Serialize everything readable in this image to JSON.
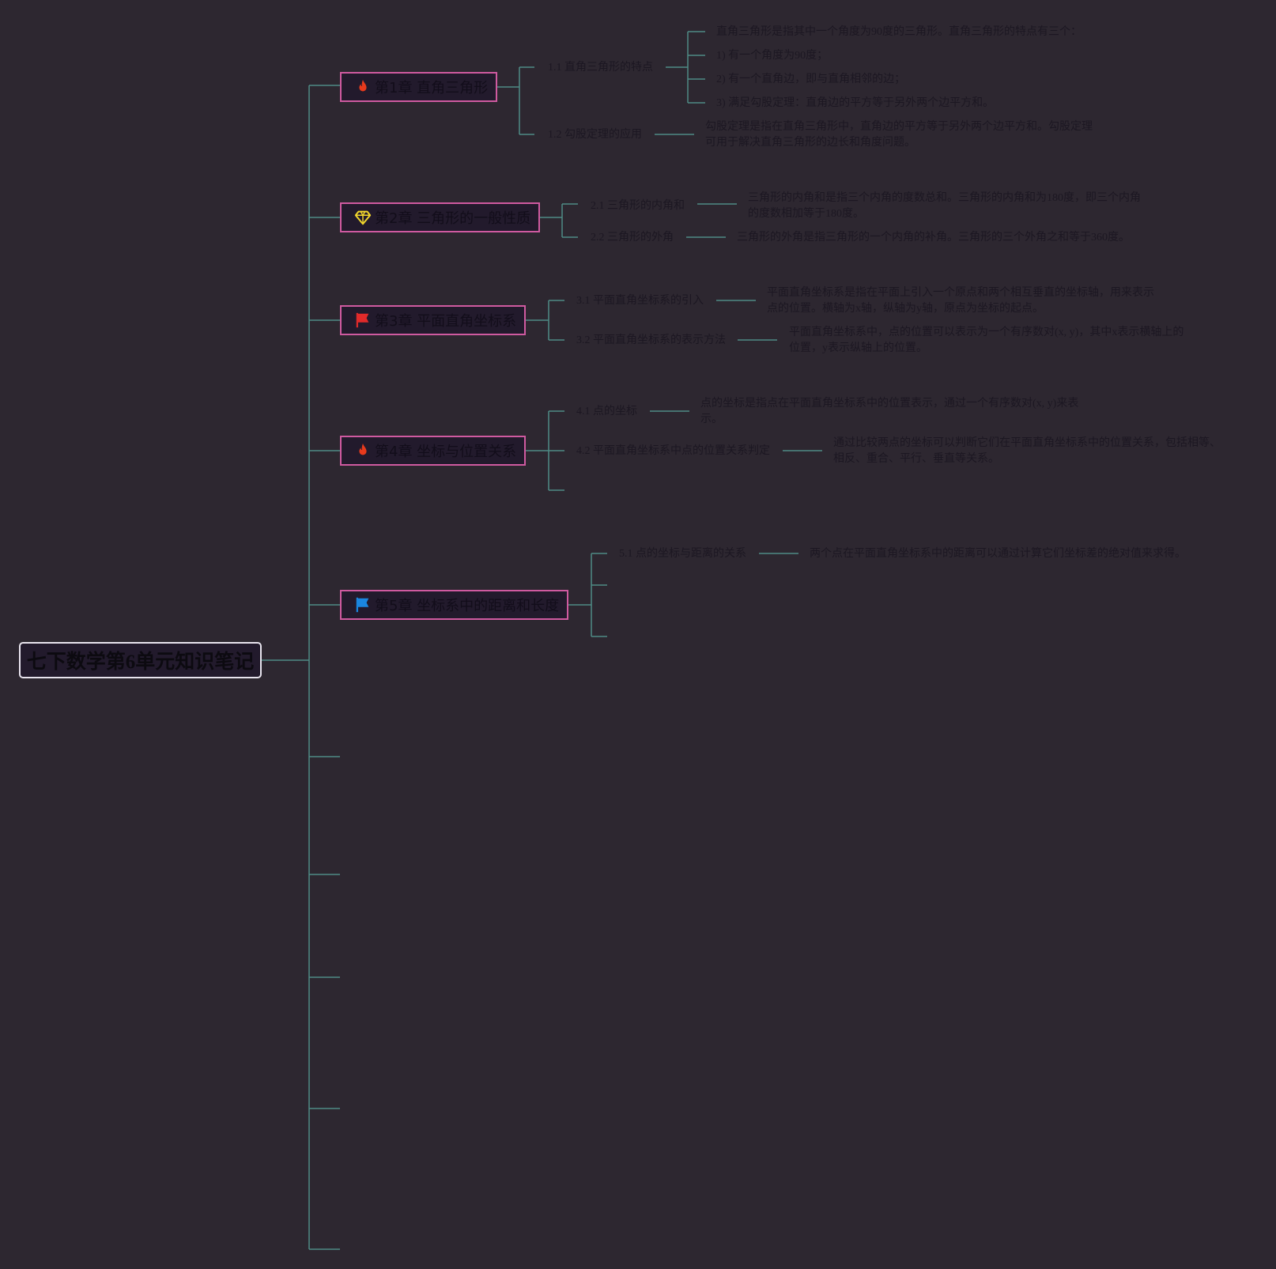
{
  "root": {
    "title": "七下数学第6单元知识笔记"
  },
  "chapters": [
    {
      "label": "第1章 直角三角形",
      "icon": "fire-icon",
      "topics": [
        {
          "label": "1.1 直角三角形的特点",
          "details": [
            "直角三角形是指其中一个角度为90度的三角形。直角三角形的特点有三个：",
            "1) 有一个角度为90度；",
            "2) 有一个直角边，即与直角相邻的边；",
            "3) 满足勾股定理：直角边的平方等于另外两个边平方和。"
          ]
        },
        {
          "label": "1.2 勾股定理的应用",
          "details": [
            "勾股定理是指在直角三角形中，直角边的平方等于另外两个边平方和。勾股定理",
            "可用于解决直角三角形的边长和角度问题。"
          ]
        }
      ]
    },
    {
      "label": "第2章 三角形的一般性质",
      "icon": "diamond-icon",
      "topics": [
        {
          "label": "2.1 三角形的内角和",
          "details": [
            "三角形的内角和是指三个内角的度数总和。三角形的内角和为180度，即三个内角",
            "的度数相加等于180度。"
          ]
        },
        {
          "label": "2.2 三角形的外角",
          "details": [
            "三角形的外角是指三角形的一个内角的补角。三角形的三个外角之和等于360度。"
          ]
        }
      ]
    },
    {
      "label": "第3章 平面直角坐标系",
      "icon": "red-flag-icon",
      "topics": [
        {
          "label": "3.1 平面直角坐标系的引入",
          "details": [
            "平面直角坐标系是指在平面上引入一个原点和两个相互垂直的坐标轴，用来表示",
            "点的位置。横轴为x轴，纵轴为y轴，原点为坐标的起点。"
          ]
        },
        {
          "label": "3.2 平面直角坐标系的表示方法",
          "details": [
            "平面直角坐标系中，点的位置可以表示为一个有序数对(x, y)，其中x表示横轴上的",
            "位置，y表示纵轴上的位置。"
          ]
        }
      ]
    },
    {
      "label": "第4章 坐标与位置关系",
      "icon": "fire-icon",
      "topics": [
        {
          "label": "4.1 点的坐标",
          "details": [
            "点的坐标是指点在平面直角坐标系中的位置表示，通过一个有序数对(x, y)来表",
            "示。"
          ]
        },
        {
          "label": "4.2 平面直角坐标系中点的位置关系判定",
          "details": [
            "通过比较两点的坐标可以判断它们在平面直角坐标系中的位置关系，包括相等、",
            "相反、重合、平行、垂直等关系。"
          ]
        }
      ]
    },
    {
      "label": "第5章 坐标系中的距离和长度",
      "icon": "blue-flag-icon",
      "topics": [
        {
          "label": "5.1 点的坐标与距离的关系",
          "details": [
            "两个点在平面直角坐标系中的距离可以通过计算它们坐标差的绝对值来求得。"
          ]
        }
      ]
    }
  ],
  "colors": {
    "background": "#2d2730",
    "link": "#4f8c86",
    "chapter_border": "#cf5aa0",
    "root_border": "#e8e4ee",
    "fire": "#e83a1c",
    "red_flag": "#e12a2a",
    "blue_flag": "#1a86e0",
    "diamond": "#f1d62c"
  }
}
